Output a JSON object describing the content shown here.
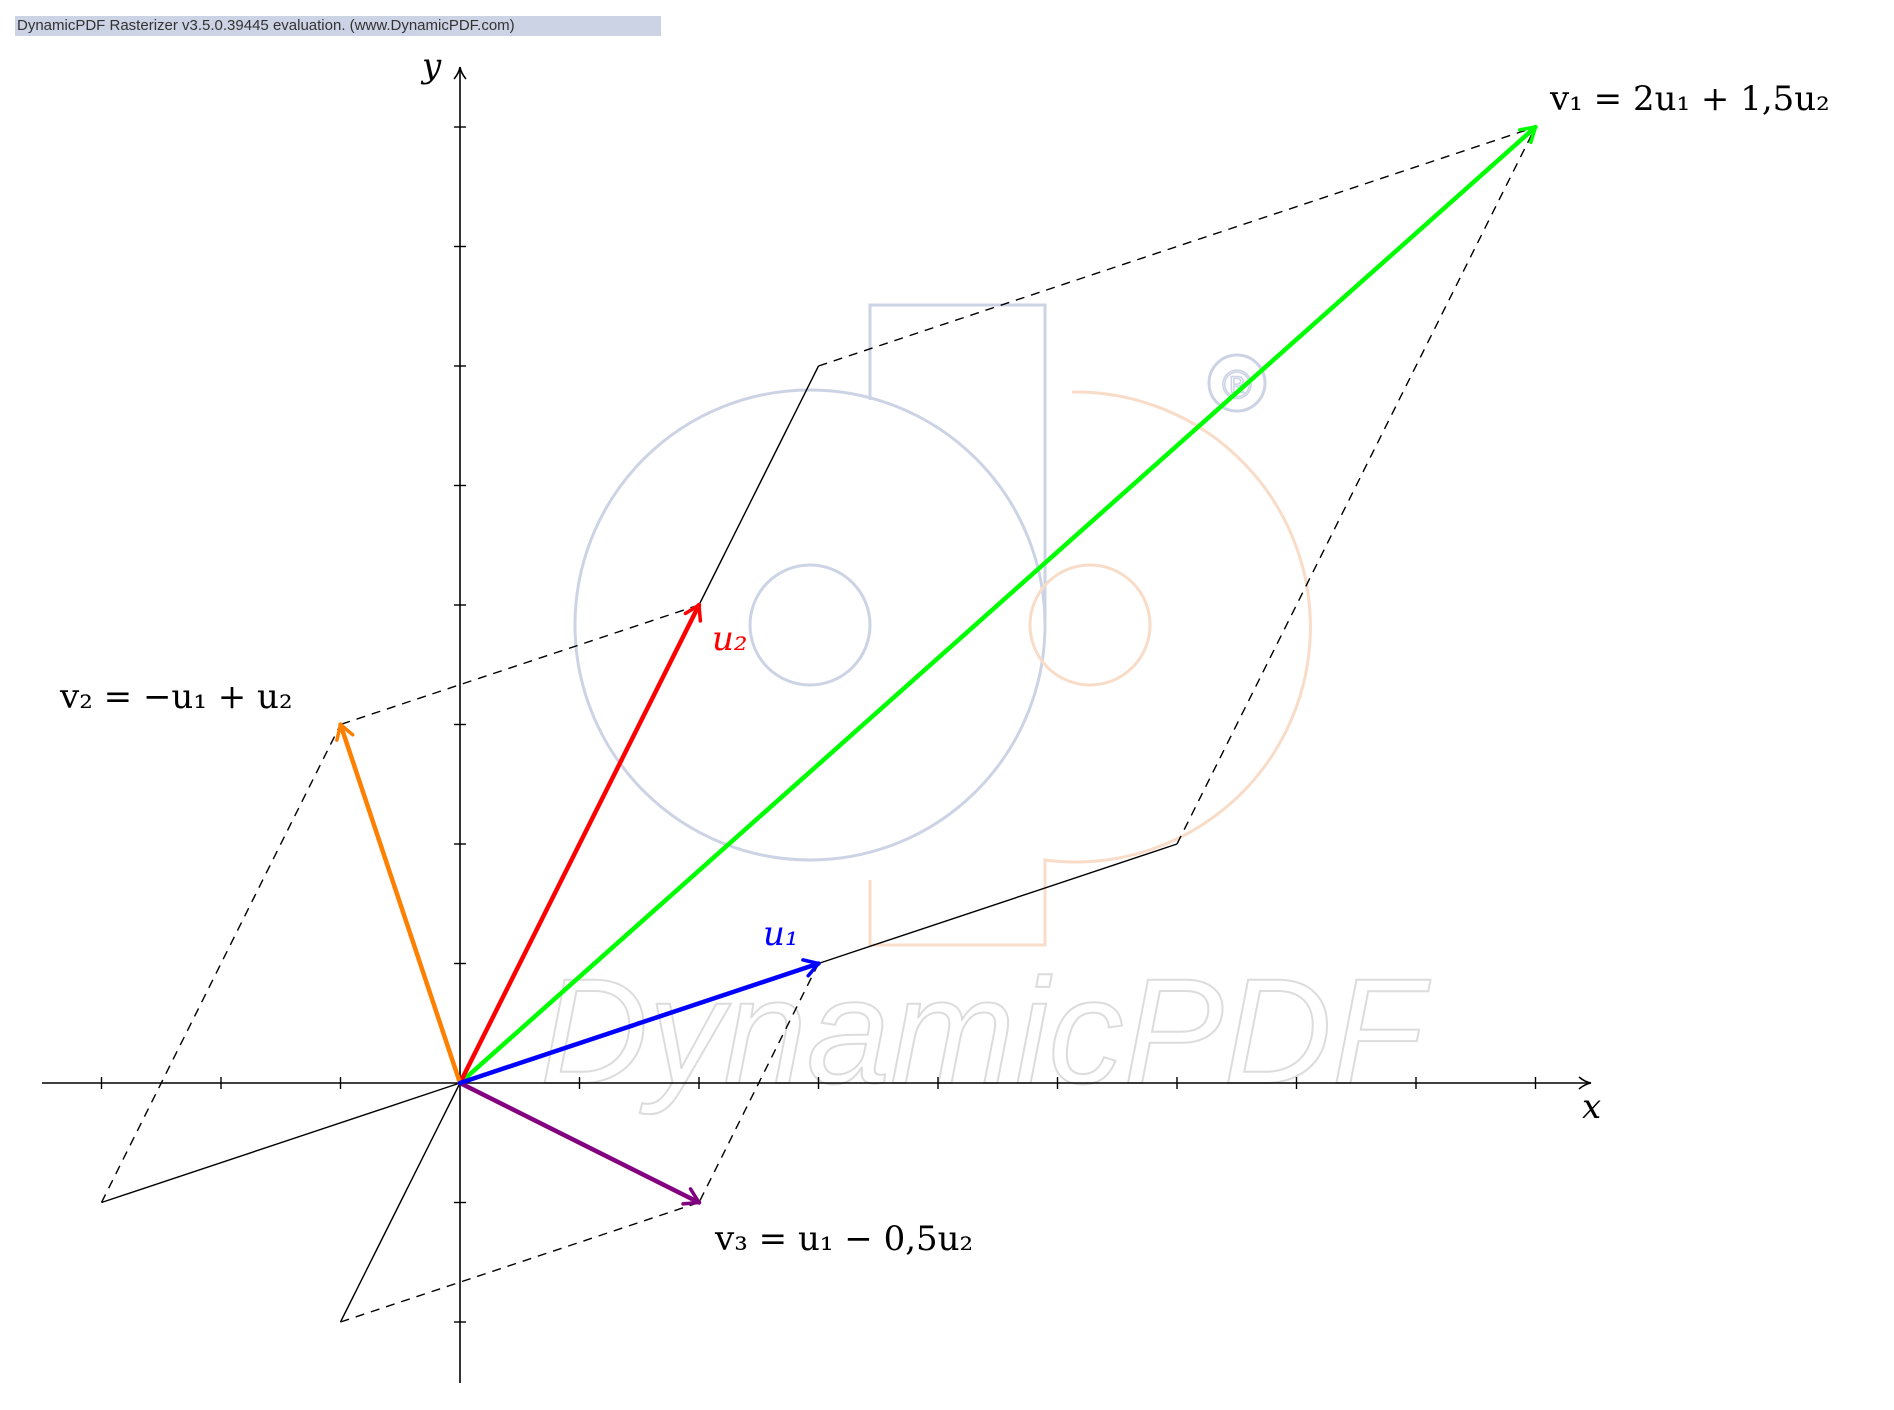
{
  "banner": "DynamicPDF Rasterizer v3.5.0.39445 evaluation. (www.DynamicPDF.com)",
  "watermark": {
    "text": "DynamicPDF",
    "registered_mark": "®"
  },
  "axes": {
    "x_label": "x",
    "y_label": "y"
  },
  "basis": {
    "u1": {
      "x": 3,
      "y": 1
    },
    "u2": {
      "x": 2,
      "y": 4
    }
  },
  "vectors": [
    {
      "id": "u1",
      "label_base": "u",
      "label_sub": "1",
      "label_rest": "",
      "x": 3,
      "y": 1,
      "color": "#0000ff"
    },
    {
      "id": "u2",
      "label_base": "u",
      "label_sub": "2",
      "label_rest": "",
      "x": 2,
      "y": 4,
      "color": "#ff0000"
    },
    {
      "id": "v1",
      "label_base": "v",
      "label_sub": "1",
      "label_rest": "= 2u₁ + 1,5u₂",
      "x": 9,
      "y": 8,
      "color": "#00ff00"
    },
    {
      "id": "v2",
      "label_base": "v",
      "label_sub": "2",
      "label_rest": "= −u₁ + u₂",
      "x": -1,
      "y": 3,
      "color": "#ff8000"
    },
    {
      "id": "v3",
      "label_base": "v",
      "label_sub": "3",
      "label_rest": "= u₁ − 0,5u₂",
      "x": 2,
      "y": -1,
      "color": "#800080"
    }
  ],
  "labels": {
    "u1": "u₁",
    "u2": "u₂",
    "v1": "v₁ = 2u₁ + 1,5u₂",
    "v2": "v₂ = −u₁ + u₂",
    "v3": "v₃ = u₁ − 0,5u₂"
  },
  "colors": {
    "u1": "#0000ff",
    "u2": "#ff0000",
    "v1": "#00ff00",
    "v2": "#ff8000",
    "v3": "#800080",
    "watermark_blue": "#ccd3e4",
    "watermark_orange": "#f8dcc8"
  }
}
